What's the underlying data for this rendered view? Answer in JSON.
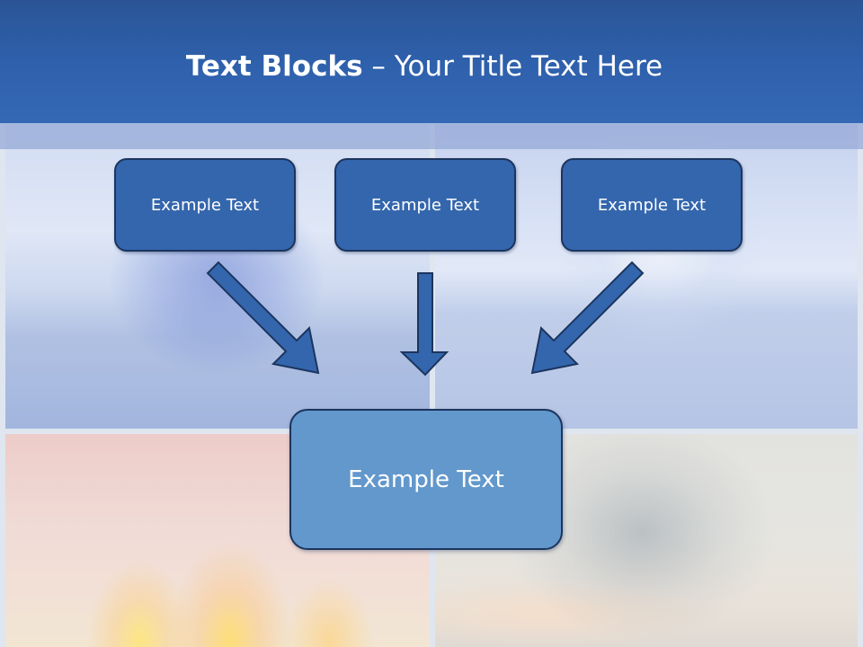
{
  "slide": {
    "title_bold": "Text Blocks",
    "title_dash": " – ",
    "title_rest": "Your Title Text Here"
  },
  "diagram": {
    "source_boxes": [
      {
        "label": "Example Text"
      },
      {
        "label": "Example Text"
      },
      {
        "label": "Example Text"
      }
    ],
    "target_box": {
      "label": "Example Text"
    }
  },
  "colors": {
    "header": "#2f61ad",
    "box_dark": "#3466ad",
    "box_light": "#6298cc",
    "outline": "#1c355e",
    "text": "#ffffff"
  }
}
